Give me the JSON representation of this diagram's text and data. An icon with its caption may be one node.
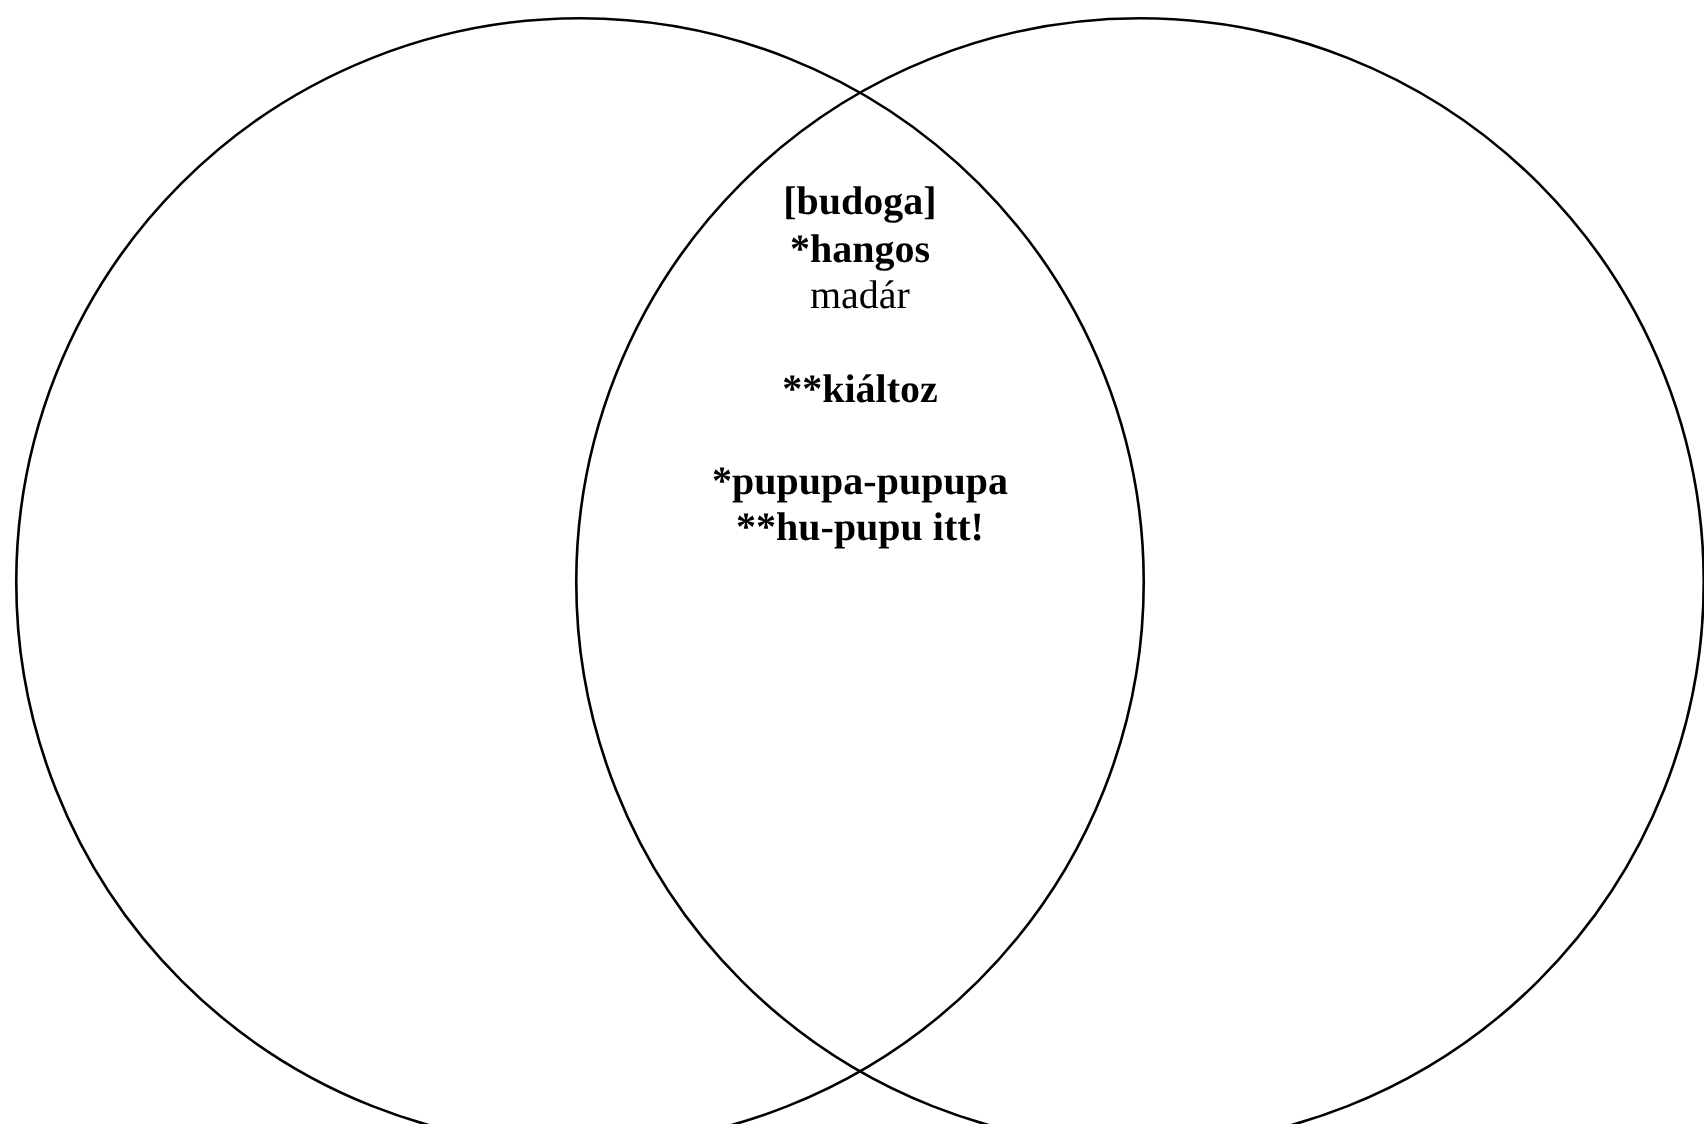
{
  "diagram": {
    "nodes": [
      {
        "text": [],
        "shape": "circle"
      },
      {
        "text": [],
        "shape": "circle"
      }
    ],
    "edges": [],
    "labels": [
      "[budoga]",
      "*hangos",
      "madár",
      "**kiáltoz",
      "*pupupa-pupupa",
      "**hu-pupu itt!"
    ]
  }
}
